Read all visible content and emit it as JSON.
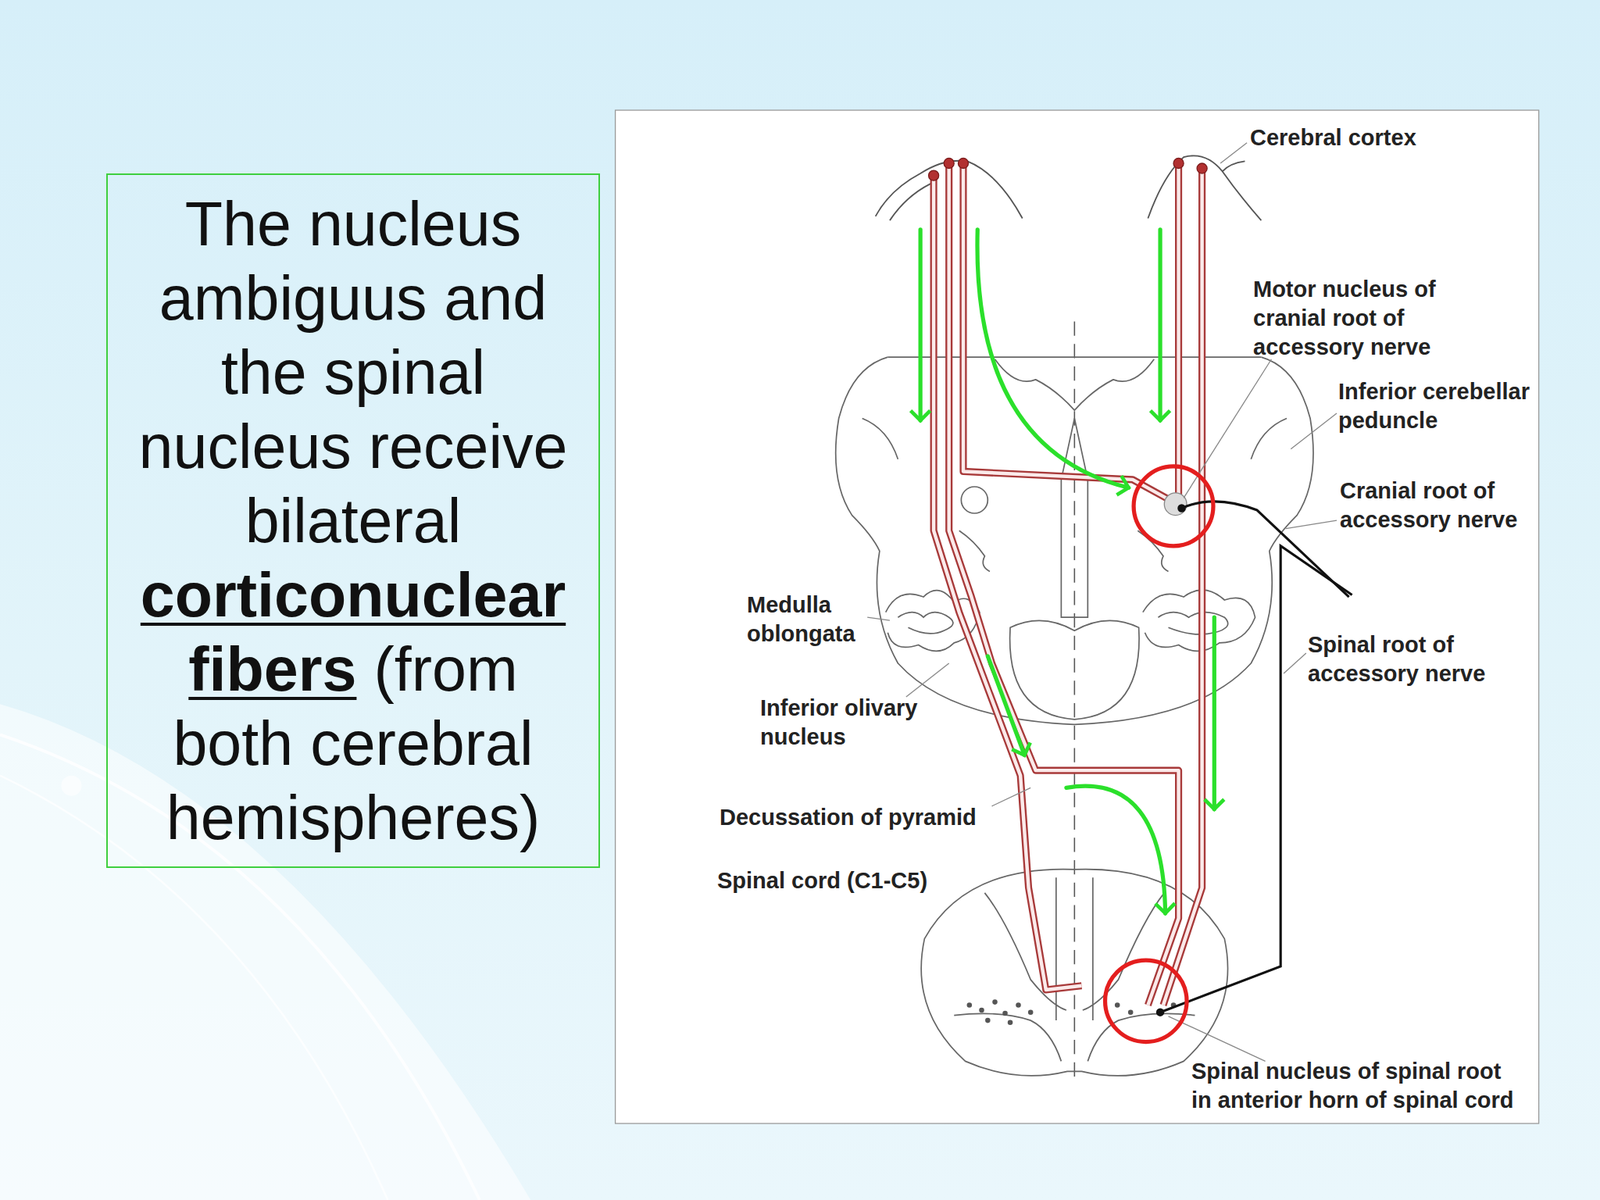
{
  "diagram": {
    "nodes": [
      {
        "text": [
          "The nucleus ambiguus and the spinal nucleus receive bilateral",
          "corticonuclear fibers",
          "(from both cerebral hemispheres)"
        ]
      }
    ],
    "labels": [
      "Cerebral cortex",
      "Motor nucleus of cranial root of accessory nerve",
      "Inferior cerebellar peduncle",
      "Cranial root of accessory nerve",
      "Medulla oblongata",
      "Spinal root of accessory nerve",
      "Inferior olivary nucleus",
      "Decussation of pyramid",
      "Spinal cord (C1-C5)",
      "Spinal nucleus of spinal root in anterior horn of spinal cord"
    ]
  }
}
